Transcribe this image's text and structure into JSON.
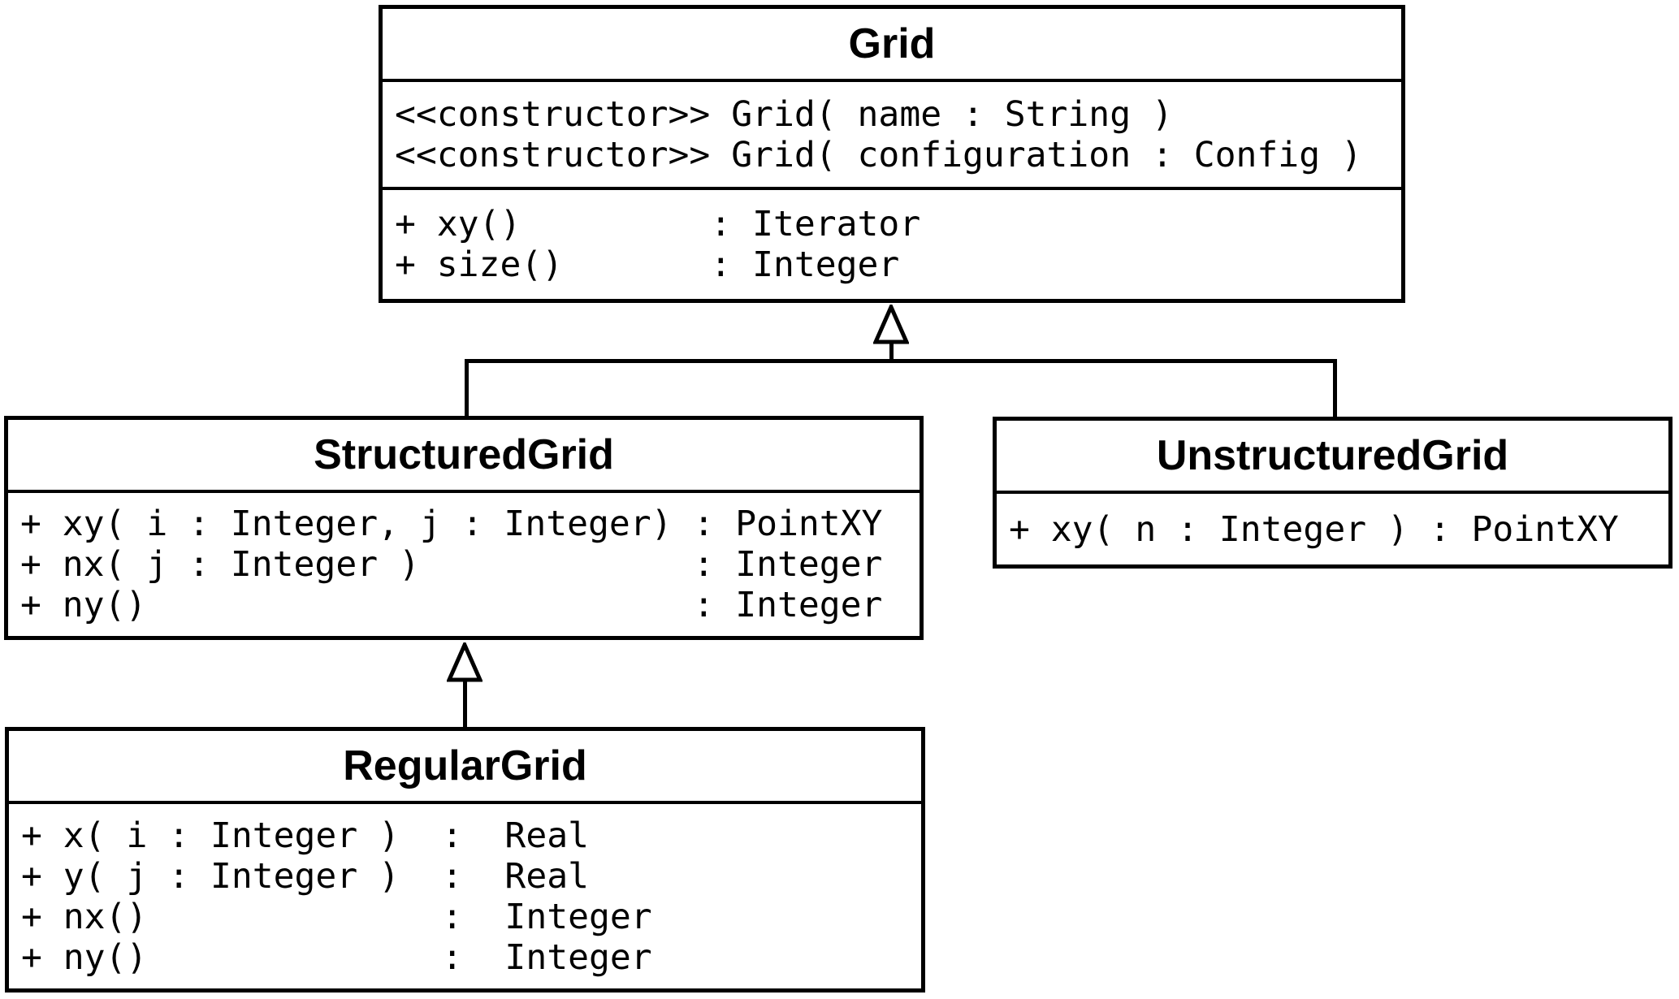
{
  "diagram": {
    "type": "uml-class-diagram",
    "colors": {
      "background": "#ffffff",
      "line": "#000000",
      "text": "#000000"
    },
    "classes": [
      {
        "title": "Grid",
        "sections": [
          {
            "lines": [
              "<<constructor>> Grid( name : String )",
              "<<constructor>> Grid( configuration : Config )"
            ]
          },
          {
            "lines": [
              "+ xy()         : Iterator",
              "+ size()       : Integer"
            ]
          }
        ]
      },
      {
        "title": "StructuredGrid",
        "sections": [
          {
            "lines": [
              "+ xy( i : Integer, j : Integer) : PointXY",
              "+ nx( j : Integer )             : Integer",
              "+ ny()                          : Integer"
            ]
          }
        ]
      },
      {
        "title": "UnstructuredGrid",
        "sections": [
          {
            "lines": [
              "+ xy( n : Integer ) : PointXY"
            ]
          }
        ]
      },
      {
        "title": "RegularGrid",
        "sections": [
          {
            "lines": [
              "+ x( i : Integer )  :  Real",
              "+ y( j : Integer )  :  Real",
              "+ nx()              :  Integer",
              "+ ny()              :  Integer"
            ]
          }
        ]
      }
    ],
    "relationships": [
      {
        "type": "generalization",
        "from": "StructuredGrid",
        "to": "Grid"
      },
      {
        "type": "generalization",
        "from": "UnstructuredGrid",
        "to": "Grid"
      },
      {
        "type": "generalization",
        "from": "RegularGrid",
        "to": "StructuredGrid"
      }
    ]
  }
}
